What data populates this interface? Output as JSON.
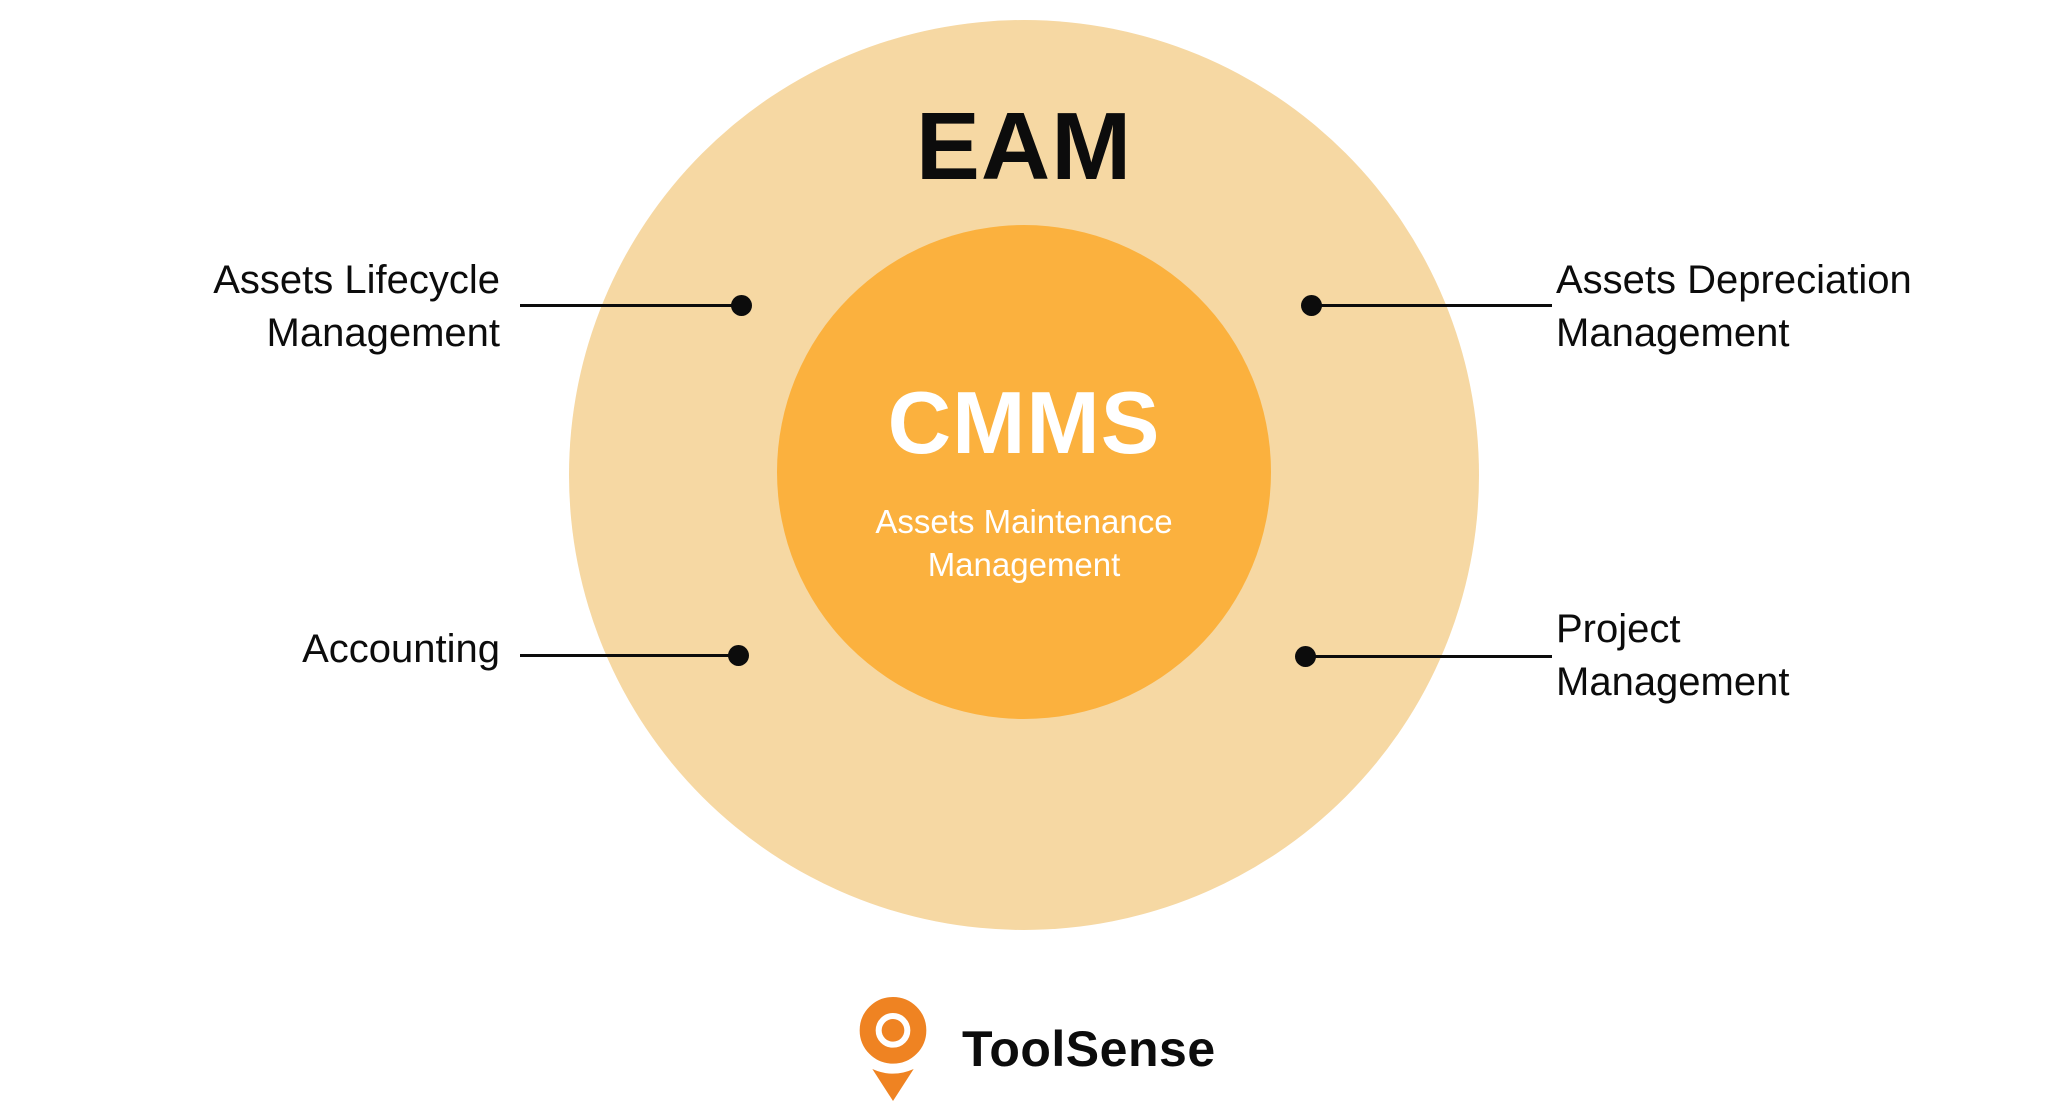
{
  "diagram": {
    "outer_title": "EAM",
    "center": {
      "title": "CMMS",
      "subtitle_line1": "Assets Maintenance",
      "subtitle_line2": "Management"
    },
    "labels": {
      "top_left_line1": "Assets Lifecycle",
      "top_left_line2": "Management",
      "top_right_line1": "Assets Depreciation",
      "top_right_line2": "Management",
      "bottom_left_line1": "Accounting",
      "bottom_right_line1": "Project",
      "bottom_right_line2": "Management"
    }
  },
  "footer": {
    "brand": "ToolSense"
  },
  "colors": {
    "outer_circle": "#F6D8A3",
    "inner_circle": "#FBB13E",
    "text": "#0C0C0C",
    "connector": "#0C0C0C",
    "logo_orange": "#EF8322"
  }
}
